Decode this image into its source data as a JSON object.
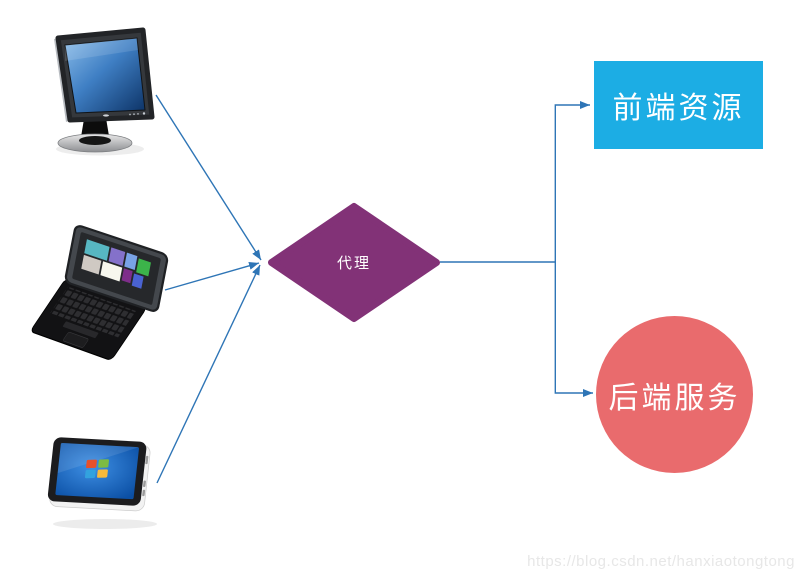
{
  "diagram": {
    "nodes": {
      "proxy": {
        "label": "代理",
        "shape": "diamond",
        "fill": "#823277",
        "text_color": "#ffffff"
      },
      "frontend": {
        "label": "前端资源",
        "shape": "rectangle",
        "fill": "#1CADE4",
        "text_color": "#ffffff"
      },
      "backend": {
        "label": "后端服务",
        "shape": "circle",
        "fill": "#E96B6D",
        "text_color": "#ffffff"
      }
    },
    "clients": [
      {
        "icon": "desktop-monitor-icon"
      },
      {
        "icon": "laptop-icon"
      },
      {
        "icon": "tablet-icon"
      }
    ],
    "connectors": {
      "color": "#2E75B6",
      "edges": [
        {
          "from": "desktop-monitor",
          "to": "proxy"
        },
        {
          "from": "laptop",
          "to": "proxy"
        },
        {
          "from": "tablet",
          "to": "proxy"
        },
        {
          "from": "proxy",
          "to": "frontend"
        },
        {
          "from": "proxy",
          "to": "backend"
        }
      ]
    }
  },
  "watermark": {
    "text": "https://blog.csdn.net/hanxiaotongtong",
    "color": "#E7E7E7"
  }
}
